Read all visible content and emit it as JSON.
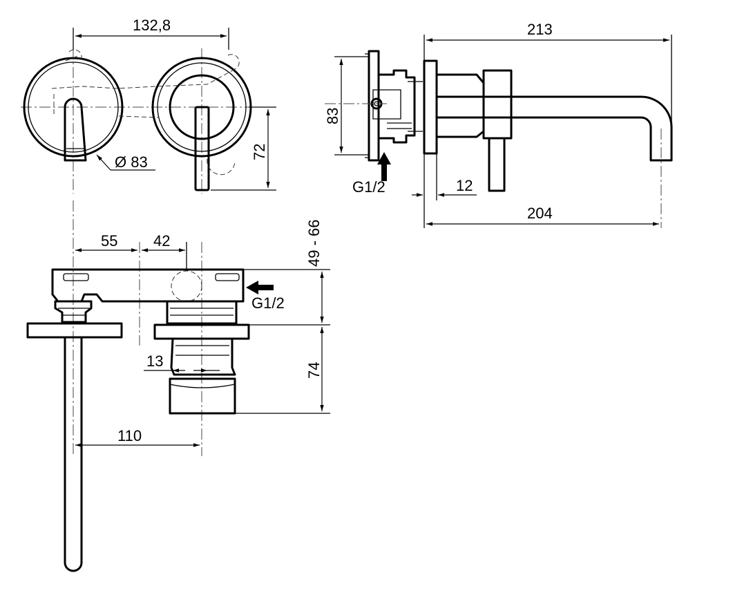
{
  "dimensions": {
    "handle_spacing": "132,8",
    "plate_diameter": "Ø 83",
    "lever_height": "72",
    "side_plate_height": "83",
    "overall_depth": "213",
    "spout_projection": "204",
    "plate_thickness": "12",
    "inlet_side": "G1/2",
    "inlet_plan": "G1/2",
    "spout_offset": "55",
    "body_offset": "42",
    "install_depth": "49 - 66",
    "body_depth": "74",
    "cartridge_offset": "13",
    "spout_to_lever": "110"
  }
}
